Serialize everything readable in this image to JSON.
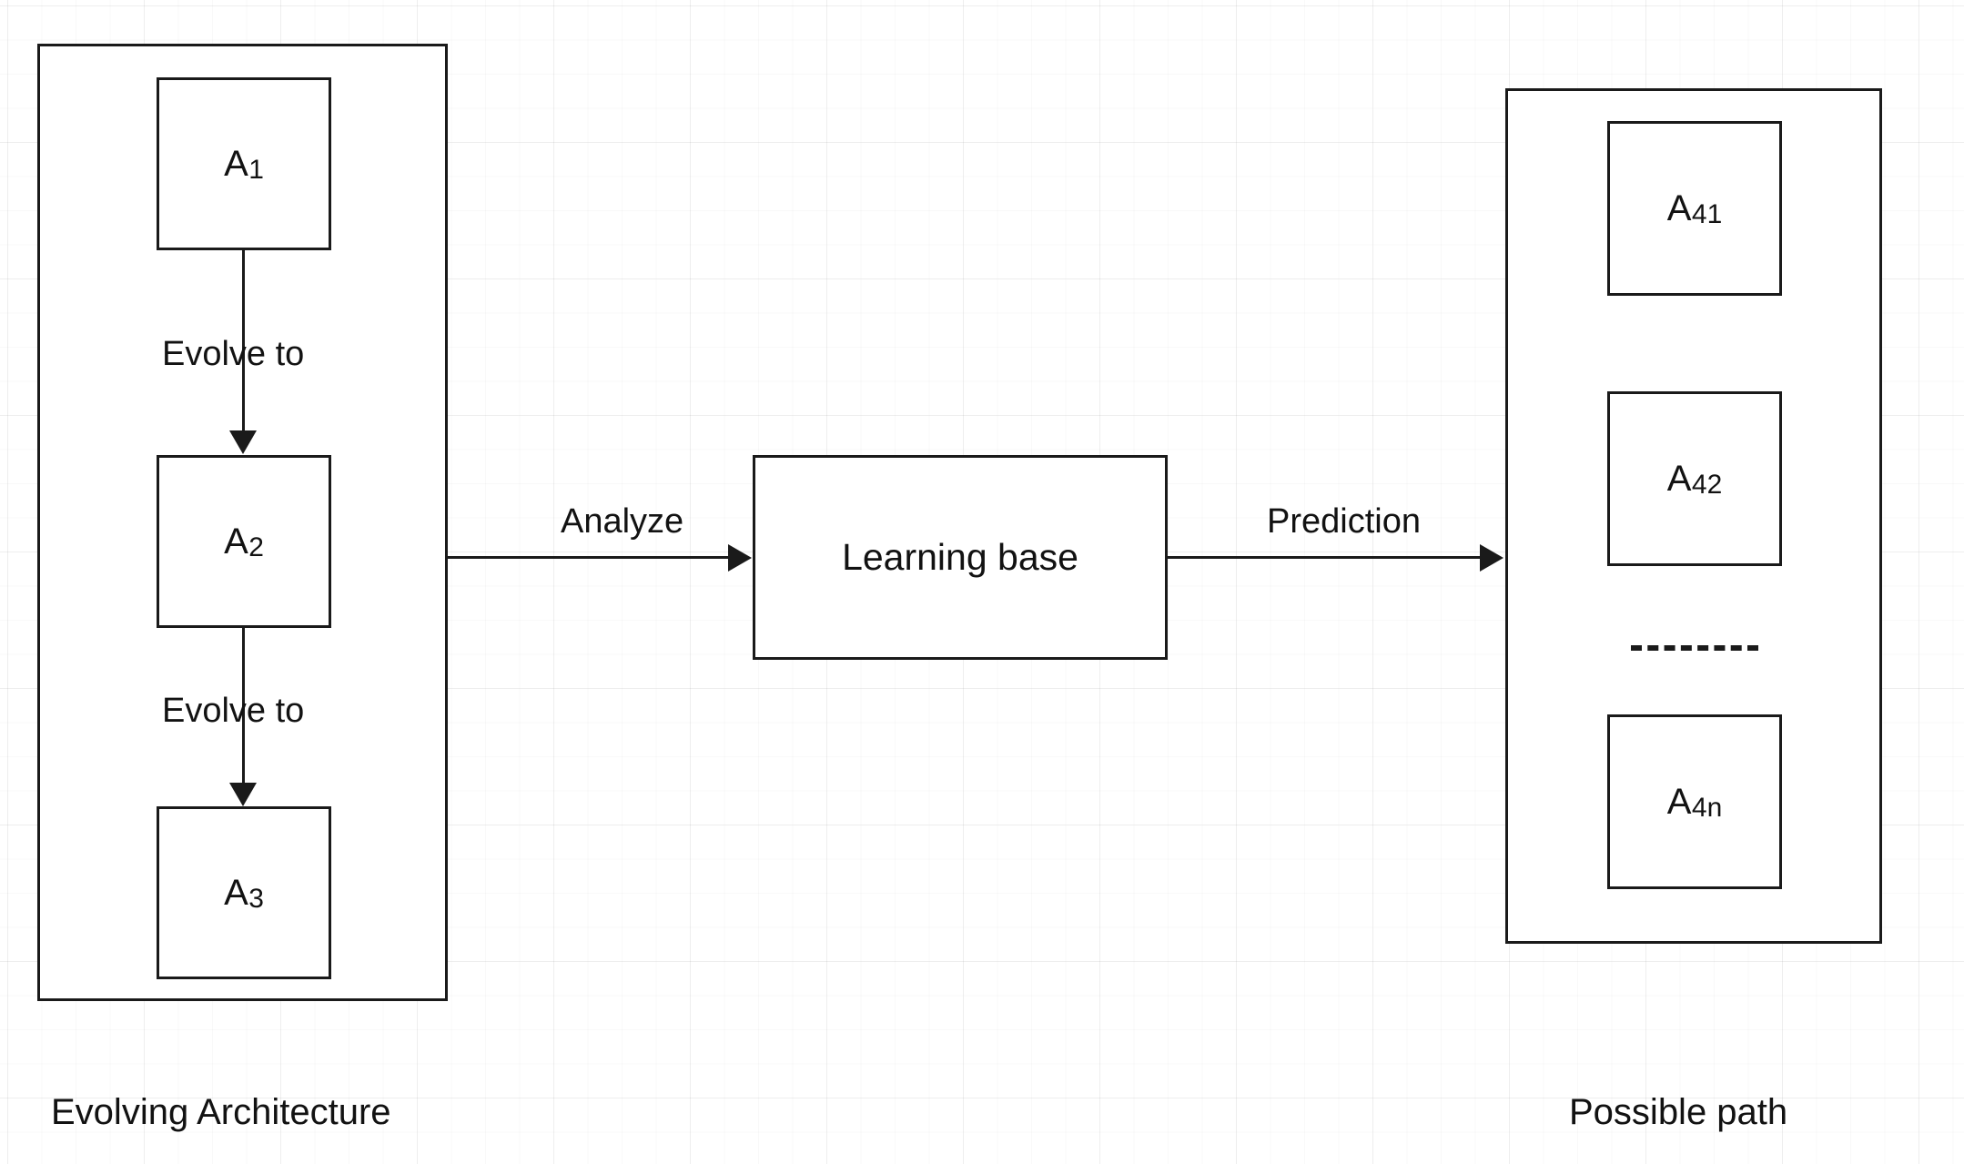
{
  "diagram": {
    "title_caption_left": "Evolving Architecture",
    "title_caption_right": "Possible path",
    "left_group": {
      "caption": "Evolving Architecture",
      "nodes": [
        {
          "id": "A1",
          "base": "A",
          "sub": "1",
          "label": "A1"
        },
        {
          "id": "A2",
          "base": "A",
          "sub": "2",
          "label": "A2"
        },
        {
          "id": "A3",
          "base": "A",
          "sub": "3",
          "label": "A3"
        }
      ],
      "edges": [
        {
          "from": "A1",
          "to": "A2",
          "label": "Evolve to"
        },
        {
          "from": "A2",
          "to": "A3",
          "label": "Evolve to"
        }
      ]
    },
    "center": {
      "node": {
        "id": "learning-base",
        "label": "Learning base"
      }
    },
    "right_group": {
      "caption": "Possible path",
      "nodes": [
        {
          "id": "A41",
          "base": "A",
          "sub": "41",
          "label": "A41"
        },
        {
          "id": "A42",
          "base": "A",
          "sub": "42",
          "label": "A42"
        },
        {
          "id": "A4n",
          "base": "A",
          "sub": "4n",
          "label": "A4n"
        }
      ],
      "separator": "dashed-ellipsis"
    },
    "flow_edges": [
      {
        "from": "Evolving Architecture",
        "to": "Learning base",
        "label": "Analyze"
      },
      {
        "from": "Learning base",
        "to": "Possible path",
        "label": "Prediction"
      }
    ],
    "colors": {
      "stroke": "#1a1a1a",
      "text": "#121212",
      "background": "#ffffff",
      "grid_minor": "rgba(0,0,0,0.022)",
      "grid_major": "rgba(0,0,0,0.045)"
    }
  }
}
